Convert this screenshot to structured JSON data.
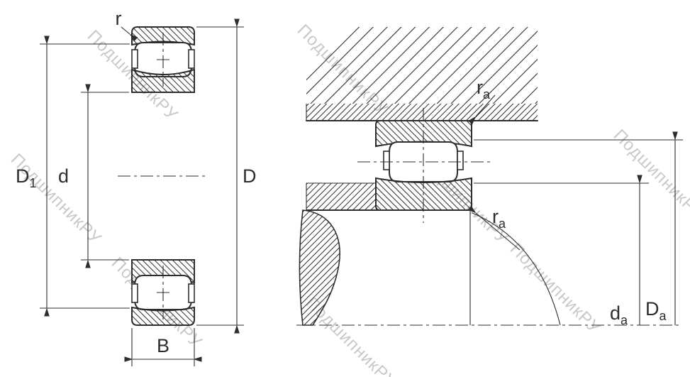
{
  "watermark": {
    "text": "ПодшипникРУ"
  },
  "labels": {
    "left": {
      "r": "r",
      "D1": {
        "main": "D",
        "sub": "1"
      },
      "d": "d",
      "D": "D",
      "B": "B"
    },
    "right": {
      "ra_top": {
        "main": "r",
        "sub": "a"
      },
      "ra_bottom": {
        "main": "r",
        "sub": "a"
      },
      "da": {
        "main": "d",
        "sub": "a"
      },
      "Da": {
        "main": "D",
        "sub": "a"
      }
    }
  },
  "colors": {
    "line": "#2d2d2d",
    "watermark": "#c9c9c9",
    "background": "#ffffff"
  }
}
